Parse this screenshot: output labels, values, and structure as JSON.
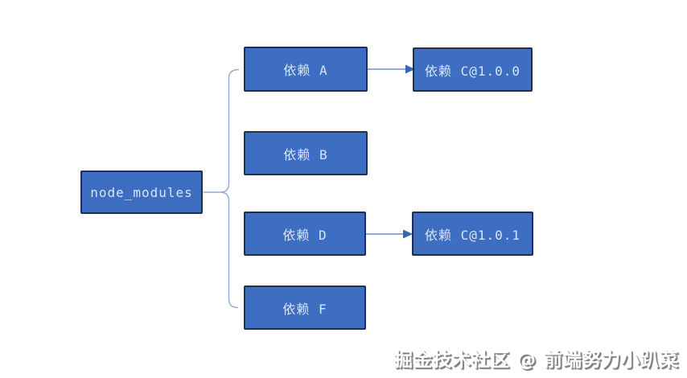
{
  "diagram": {
    "nodes": {
      "root": "node_modules",
      "depA": "依赖 A",
      "depB": "依赖 B",
      "depD": "依赖 D",
      "depF": "依赖 F",
      "depC100": "依赖 C@1.0.0",
      "depC101": "依赖 C@1.0.1"
    },
    "edges": [
      {
        "from": "node_modules",
        "to": [
          "依赖 A",
          "依赖 B",
          "依赖 D",
          "依赖 F"
        ],
        "type": "brace"
      },
      {
        "from": "依赖 A",
        "to": "依赖 C@1.0.0",
        "type": "arrow"
      },
      {
        "from": "依赖 D",
        "to": "依赖 C@1.0.1",
        "type": "arrow"
      }
    ],
    "colors": {
      "box_fill": "#3e6ec1",
      "box_border": "#1c3055",
      "box_text": "#d9e5f5",
      "brace_line": "#8faadc",
      "arrow_line": "#6a8fd4",
      "arrow_head": "#3a66b8",
      "background": "#ffffff"
    }
  },
  "watermark": {
    "text": "掘金技术社区 @ 前端努力小趴菜"
  }
}
